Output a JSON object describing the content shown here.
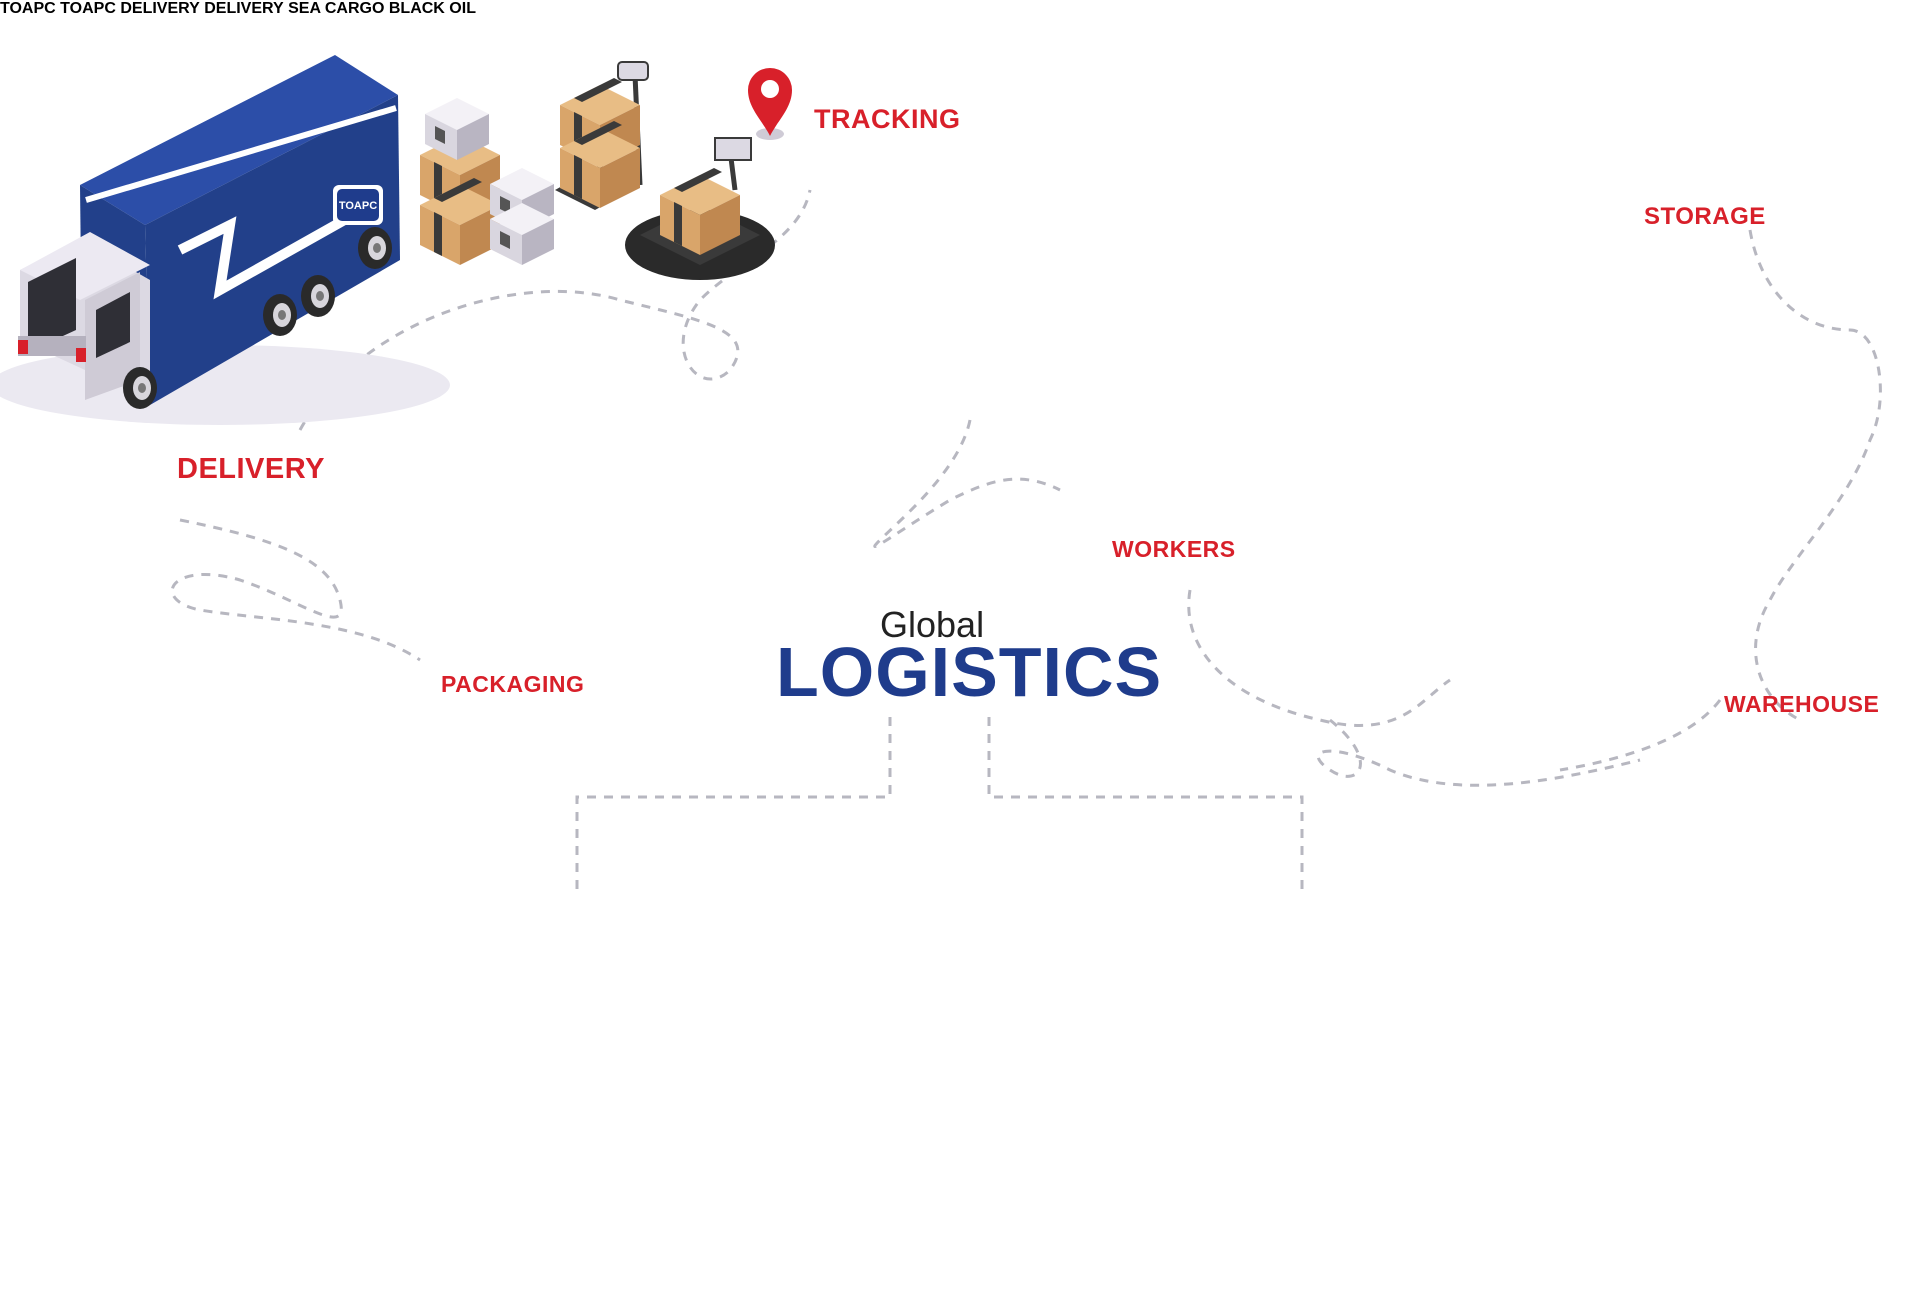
{
  "title": {
    "small": "Global",
    "big": "LOGISTICS"
  },
  "labels": {
    "tracking": "TRACKING",
    "delivery": "DELIVERY",
    "storage": "STORAGE",
    "workers": "WORKERS",
    "packaging": "PACKAGING",
    "warehouse": "WAREHOUSE"
  },
  "branding": {
    "truck_logo": "TOAPC",
    "box_truck_logo": "TOAPC",
    "van_logo": "TOAPC",
    "fleet_truck_text": "DELIVERY",
    "fleet_black_truck_text": "DELIVERY",
    "ship_cargo_text": "SEA CARGO",
    "ship_oil_text": "BLACK OIL"
  },
  "colors": {
    "accent_red": "#d8202a",
    "brand_blue": "#1f3c8c",
    "truck_blue": "#22408a",
    "body_gray": "#cfcbd6",
    "box_tan": "#d9a56a",
    "dash_gray": "#b7b7c0"
  }
}
